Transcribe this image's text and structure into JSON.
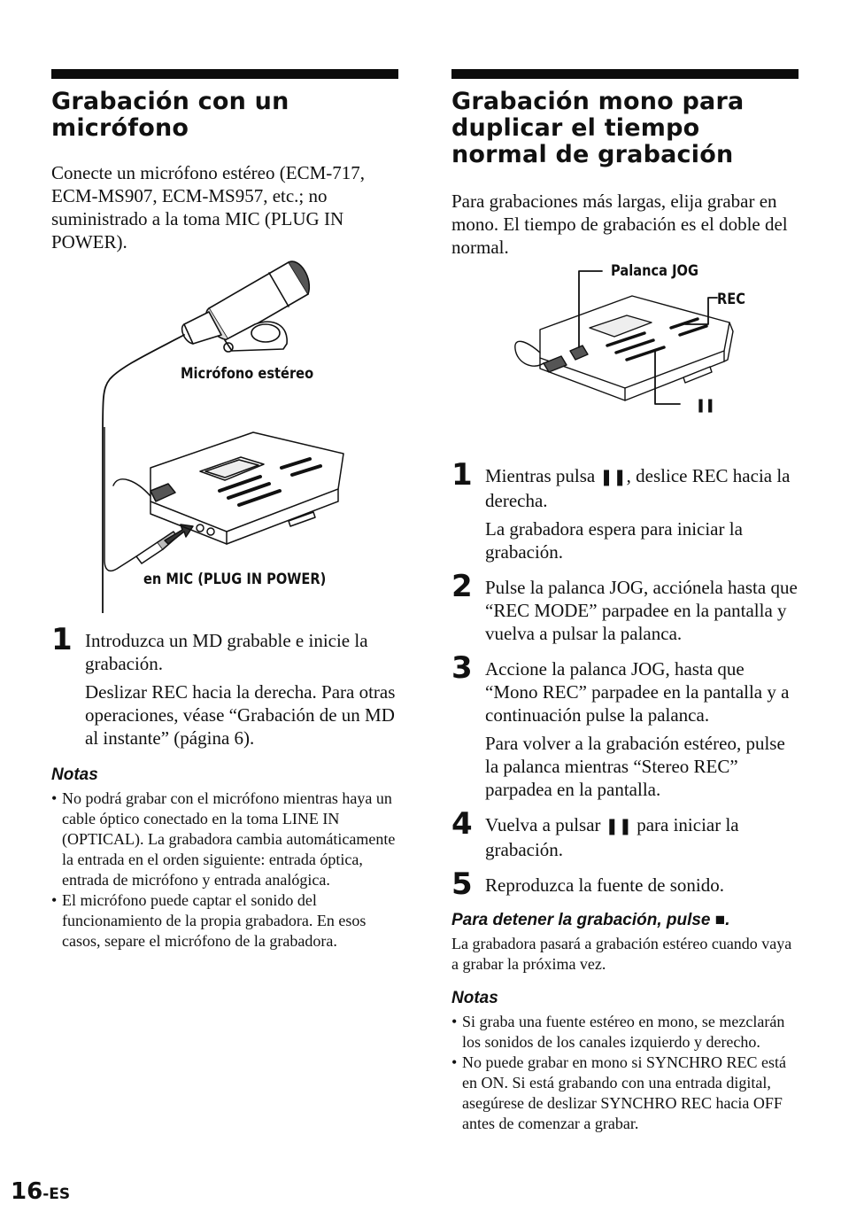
{
  "left": {
    "title": "Grabación con un micrófono",
    "intro": "Conecte un micrófono estéreo (ECM-717, ECM-MS907, ECM-MS957, etc.; no suministrado a la toma MIC (PLUG IN POWER).",
    "figure": {
      "label_microphone": "Micrófono estéreo",
      "label_input": "en MIC (PLUG IN POWER)"
    },
    "steps": [
      {
        "number": "1",
        "text": "Introduzca un MD grabable e inicie la grabación.",
        "sub": "Deslizar REC hacia la derecha. Para otras operaciones, véase “Grabación de un MD al instante” (página 6)."
      }
    ],
    "notes_heading": "Notas",
    "notes": [
      "No podrá grabar con el micrófono mientras haya un cable óptico conectado en la toma LINE IN (OPTICAL). La grabadora cambia automáticamente la entrada en el orden siguiente: entrada óptica, entrada de micrófono y entrada analógica.",
      "El micrófono puede captar el sonido del funcionamiento de la propia grabadora. En esos casos, separe el micrófono de la grabadora."
    ]
  },
  "right": {
    "title": "Grabación mono para duplicar el tiempo normal de grabación",
    "intro": "Para grabaciones más largas, elija grabar en mono. El tiempo de grabación es el doble del normal.",
    "figure": {
      "label_jog": "Palanca JOG",
      "label_rec": "REC",
      "label_pause": "❚❚"
    },
    "steps": [
      {
        "number": "1",
        "text_before": "Mientras pulsa ",
        "glyph": "❚❚",
        "text_after": ", deslice REC hacia la derecha.",
        "sub": "La grabadora espera para iniciar la grabación."
      },
      {
        "number": "2",
        "text": "Pulse la palanca JOG, acciónela hasta que “REC MODE” parpadee en la pantalla y vuelva a pulsar la palanca."
      },
      {
        "number": "3",
        "text": "Accione la palanca JOG, hasta que “Mono REC” parpadee en la pantalla y a continuación pulse la palanca.",
        "sub": "Para volver a la grabación estéreo, pulse la palanca mientras  “Stereo REC” parpadea en la pantalla."
      },
      {
        "number": "4",
        "text_before": "Vuelva a pulsar ",
        "glyph": "❚❚",
        "text_after": " para iniciar la grabación."
      },
      {
        "number": "5",
        "text": "Reproduzca la fuente de sonido."
      }
    ],
    "stop_heading": "Para detener la grabación, pulse ■.",
    "stop_text": "La grabadora pasará a grabación estéreo cuando vaya a grabar la próxima vez.",
    "notes_heading": "Notas",
    "notes": [
      "Si graba una fuente estéreo en mono, se mezclarán los sonidos de los canales izquierdo y derecho.",
      "No puede grabar en mono si SYNCHRO REC está en ON. Si está grabando con una entrada digital, asegúrese de deslizar SYNCHRO REC hacia OFF antes de comenzar a grabar."
    ]
  },
  "page": {
    "number": "16",
    "suffix": "-ES"
  }
}
